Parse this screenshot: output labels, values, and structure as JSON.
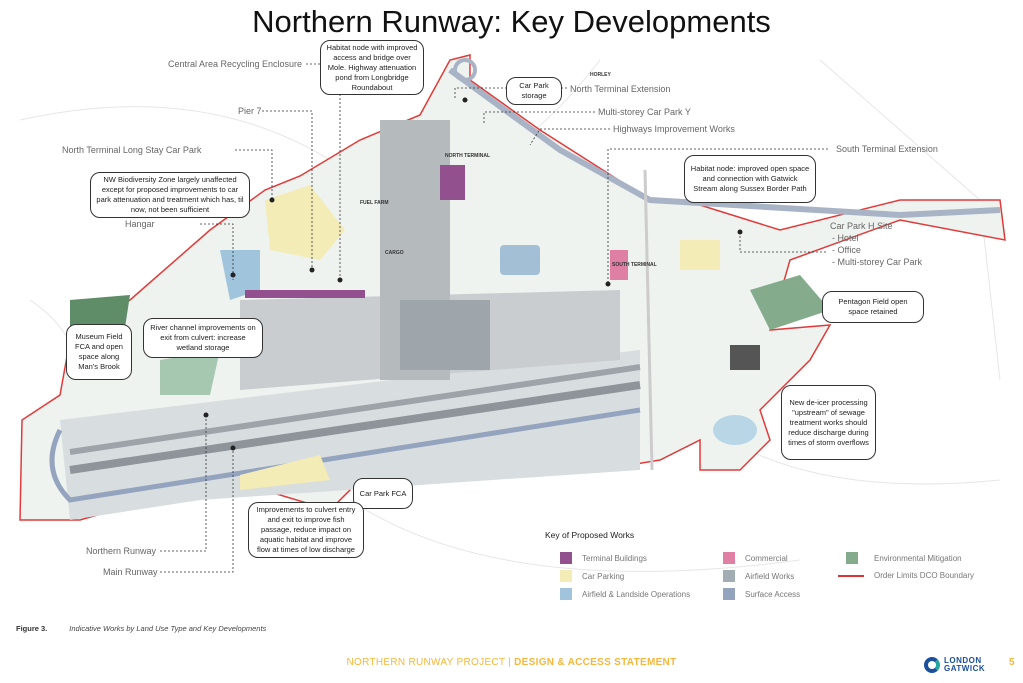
{
  "title": "Northern Runway: Key Developments",
  "labels_left": {
    "recycling": "Central Area Recycling Enclosure",
    "pier7": "Pier 7",
    "nt_long_stay": "North Terminal Long Stay Car Park",
    "hangar": "Hangar",
    "northern_runway": "Northern Runway",
    "main_runway": "Main Runway"
  },
  "labels_right": {
    "nt_extension": "North Terminal Extension",
    "msc_y": "Multi-storey Car Park Y",
    "highways": "Highways Improvement Works",
    "st_extension": "South Terminal Extension",
    "car_park_h": "Car Park H Site",
    "car_park_h_items": [
      "- Hotel",
      "- Office",
      "- Multi-storey Car Park"
    ]
  },
  "callouts": {
    "habitat_mole": "Habitat node with improved access and bridge over Mole. Highway attenuation pond from Longbridge Roundabout",
    "car_park_storage": "Car Park storage",
    "nw_biodiversity": "NW Biodiversity Zone largely unaffected except for proposed improvements to car park attenuation and treatment which has, til now, not been sufficient",
    "habitat_gatwick_stream": "Habitat node: improved open space and connection with Gatwick Stream along Sussex Border Path",
    "pentagon": "Pentagon Field open space retained",
    "museum_field": "Museum Field FCA and open space along Man's Brook",
    "river_channel": "River channel improvements on exit from culvert: increase wetland storage",
    "deicer": "New de-icer processing \"upstream\" of sewage treatment works should reduce discharge during times of storm overflows",
    "car_park_fca": "Car Park FCA",
    "culvert": "Improvements to culvert entry and exit to improve fish passage, reduce impact on aquatic habitat and improve flow at times of low discharge"
  },
  "map_labels": {
    "horley": "HORLEY",
    "north_terminal": "NORTH TERMINAL",
    "fuel_farm": "FUEL FARM",
    "cargo": "CARGO",
    "south_terminal": "SOUTH TERMINAL"
  },
  "key": {
    "title": "Key of Proposed Works",
    "items": [
      {
        "label": "Terminal Buildings",
        "color": "#93508f"
      },
      {
        "label": "Car Parking",
        "color": "#f3ecb6"
      },
      {
        "label": "Airfield & Landside Operations",
        "color": "#9fc4dc"
      },
      {
        "label": "Commercial",
        "color": "#de7fa3"
      },
      {
        "label": "Airfield Works",
        "color": "#a2adb3"
      },
      {
        "label": "Surface Access",
        "color": "#94a4bf"
      },
      {
        "label": "Environmental Mitigation",
        "color": "#83ab8c"
      },
      {
        "label": "Order Limits DCO Boundary",
        "color": "#d33"
      }
    ]
  },
  "caption": {
    "figure": "Figure 3.",
    "text": "Indicative Works by Land Use Type and Key Developments"
  },
  "footer": {
    "project": "NORTHERN RUNWAY PROJECT | ",
    "doc": "DESIGN & ACCESS STATEMENT",
    "logo_line1": "LONDON",
    "logo_line2": "GATWICK",
    "page": "5"
  }
}
